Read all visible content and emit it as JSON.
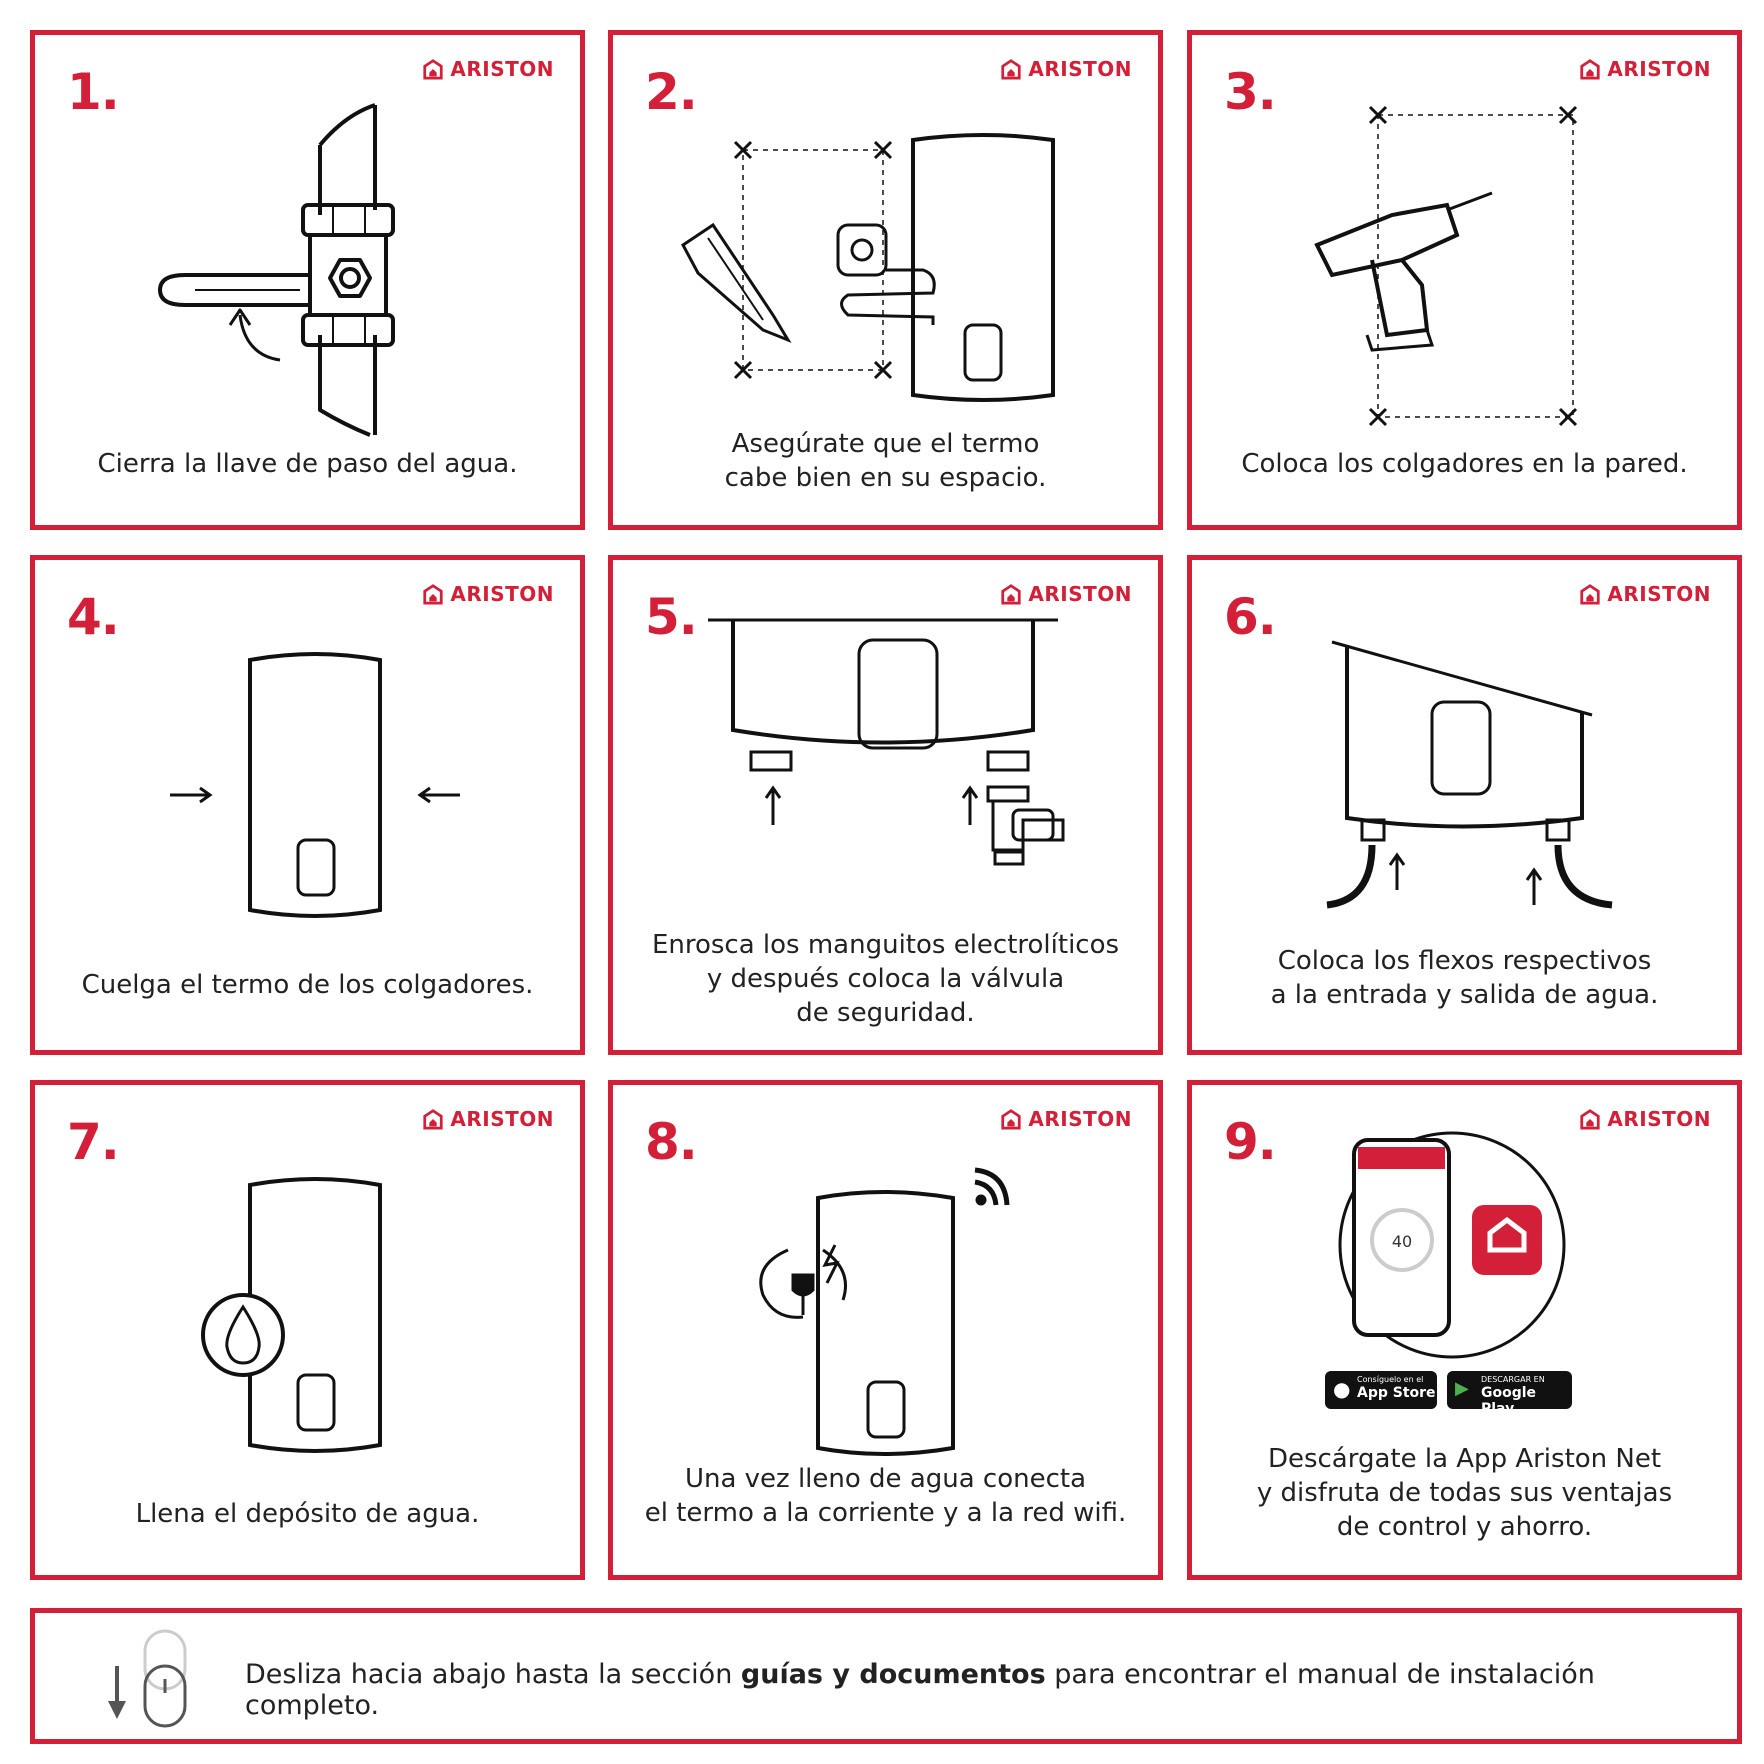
{
  "brand": "ARISTON",
  "accent_color": "#d31f37",
  "steps": [
    {
      "number": "1.",
      "caption": "Cierra la llave de paso del agua.",
      "icon": "valve-icon"
    },
    {
      "number": "2.",
      "caption": "Asegúrate que el termo\ncabe bien en su espacio.",
      "icon": "measure-icon"
    },
    {
      "number": "3.",
      "caption": "Coloca los colgadores en la pared.",
      "icon": "drill-icon"
    },
    {
      "number": "4.",
      "caption": "Cuelga el termo de los colgadores.",
      "icon": "water-heater-icon"
    },
    {
      "number": "5.",
      "caption": "Enrosca los manguitos electrolíticos\ny después coloca la válvula\nde seguridad.",
      "icon": "safety-valve-icon"
    },
    {
      "number": "6.",
      "caption": "Coloca los flexos respectivos\na la entrada y salida de agua.",
      "icon": "hoses-icon"
    },
    {
      "number": "7.",
      "caption": "Llena el depósito de agua.",
      "icon": "water-drop-icon"
    },
    {
      "number": "8.",
      "caption": "Una vez lleno de agua conecta\nel termo a la corriente y a la red wifi.",
      "icon": "plug-wifi-icon"
    },
    {
      "number": "9.",
      "caption": "Descárgate la App Ariston Net\ny disfruta de todas sus ventajas\nde control y ahorro.",
      "icon": "phone-app-icon"
    }
  ],
  "app": {
    "temperature": "40",
    "appstore_small": "Consíguelo en el",
    "appstore_big": "App Store",
    "googleplay_small": "DESCARGAR EN",
    "googleplay_big": "Google Play"
  },
  "footer": {
    "before": "Desliza hacia abajo hasta la sección ",
    "bold": "guías y documentos",
    "after": " para encontrar el manual de instalación completo."
  }
}
